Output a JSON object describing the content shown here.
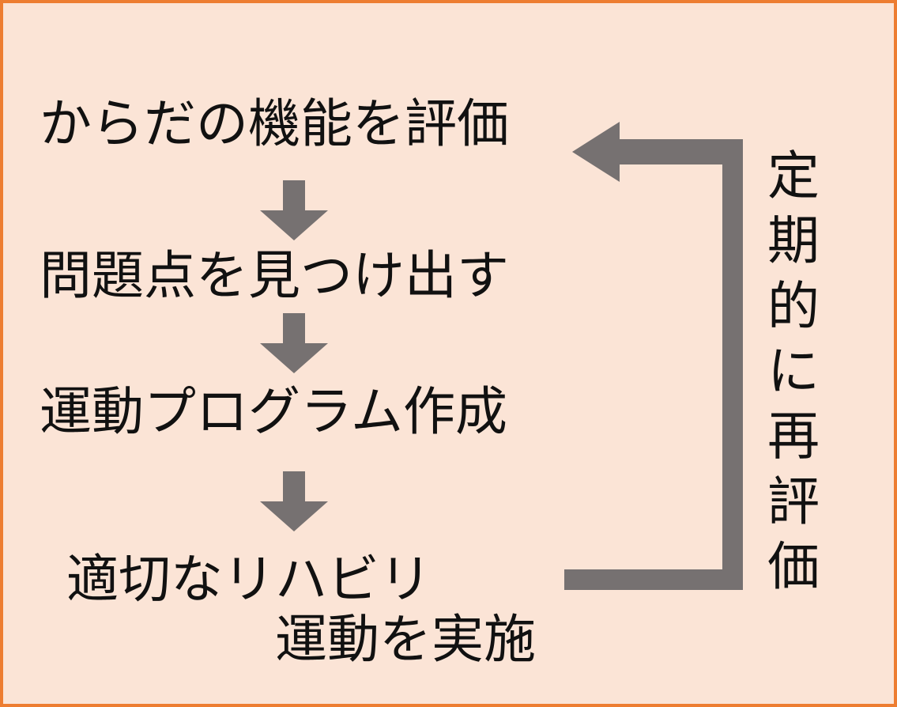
{
  "steps": [
    "からだの機能を評価",
    "問題点を見つけ出す",
    "運動プログラム作成",
    "適切なリハビリ",
    "運動を実施"
  ],
  "side_label": "定期的に再評価",
  "colors": {
    "background": "#fbe4d6",
    "border": "#ed7d31",
    "arrow": "#767171",
    "text": "#111111"
  }
}
